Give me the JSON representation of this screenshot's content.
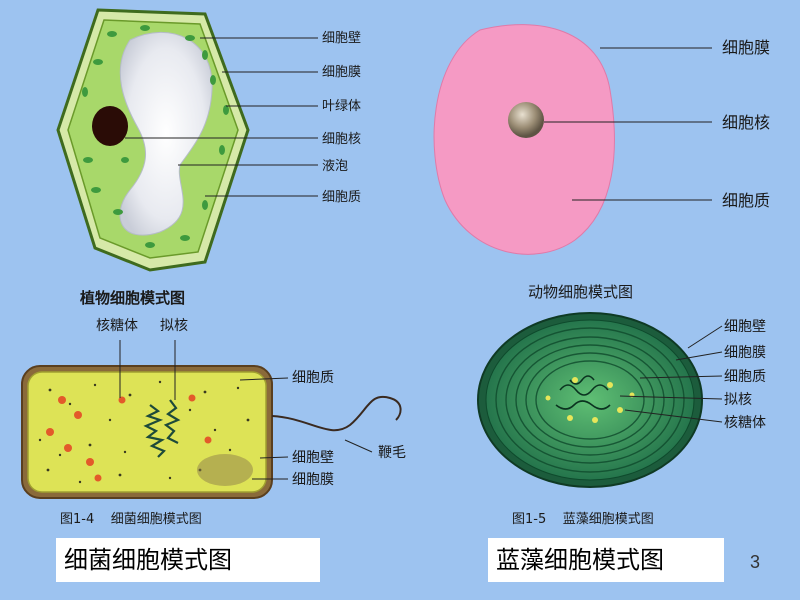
{
  "plant": {
    "labels": [
      "细胞壁",
      "细胞膜",
      "叶绿体",
      "细胞核",
      "液泡",
      "细胞质"
    ],
    "caption": "植物细胞模式图"
  },
  "animal": {
    "labels": [
      "细胞膜",
      "细胞核",
      "细胞质"
    ],
    "caption": "动物细胞模式图"
  },
  "bacteria": {
    "top_labels": [
      "核糖体",
      "拟核"
    ],
    "right_labels": [
      "细胞质",
      "细胞壁",
      "细胞膜"
    ],
    "flagellum_label": "鞭毛",
    "figure_caption": "图1-4    细菌细胞模式图",
    "title": "细菌细胞模式图"
  },
  "cyanobacteria": {
    "labels": [
      "细胞壁",
      "细胞膜",
      "细胞质",
      "拟核",
      "核糖体"
    ],
    "figure_caption": "图1-5    蓝藻细胞模式图",
    "title": "蓝藻细胞模式图"
  },
  "page_number": "3",
  "colors": {
    "background": "#9dc3f0",
    "plant_cytoplasm": "#a8d86a",
    "animal_cell": "#f59ac4",
    "bacteria_body": "#dde356",
    "cyano_body": "#2e8f5e"
  }
}
